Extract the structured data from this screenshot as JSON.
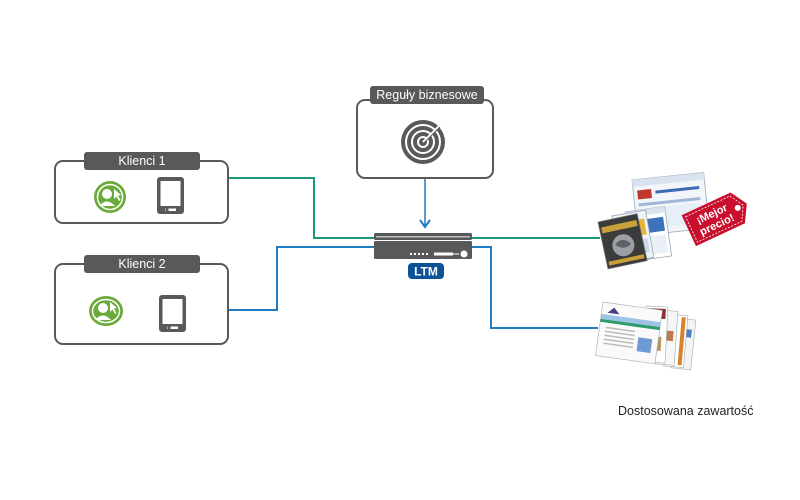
{
  "colors": {
    "box_border": "#58595b",
    "label_bg": "#58595b",
    "green_link": "#1a9a7a",
    "blue_link": "#1f7bc2",
    "client_icon": "#6aaa3a",
    "device_icon": "#58595b",
    "ltm_badge": "#0d5196",
    "tag_red": "#c8102e"
  },
  "nodes": {
    "clients_1": {
      "label": "Klienci 1",
      "icons": [
        "user-cursor-icon",
        "tablet-icon"
      ]
    },
    "clients_2": {
      "label": "Klienci 2",
      "icons": [
        "user-cursor-icon",
        "tablet-icon"
      ]
    },
    "business_rules": {
      "label": "Reguły biznesowe",
      "icon": "target-icon"
    },
    "ltm": {
      "label": "LTM",
      "icon": "network-appliance-icon"
    },
    "content_offer": {
      "tag_line1": "¡Mejor",
      "tag_line2": "precio!",
      "icon": "websites-stack-icon"
    },
    "content_custom": {
      "icon": "websites-stack-icon",
      "caption": "Dostosowana zawartość"
    }
  },
  "links": [
    {
      "from": "clients_1",
      "to": "ltm",
      "color": "green"
    },
    {
      "from": "ltm",
      "to": "content_offer",
      "color": "green"
    },
    {
      "from": "clients_2",
      "to": "ltm",
      "color": "blue"
    },
    {
      "from": "ltm",
      "to": "content_custom",
      "color": "blue"
    },
    {
      "from": "business_rules",
      "to": "ltm",
      "color": "blue",
      "arrow": true
    }
  ]
}
